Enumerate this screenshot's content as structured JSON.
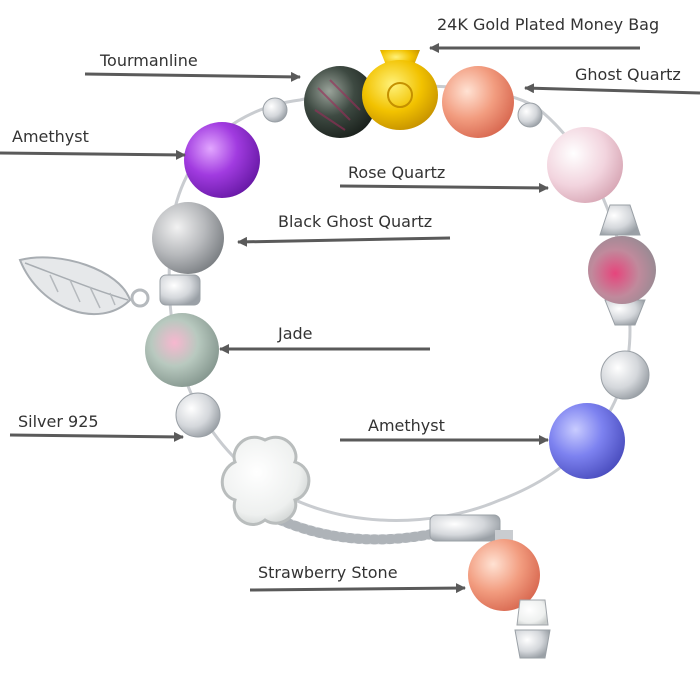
{
  "labels": {
    "money_bag": "24K Gold Plated Money Bag",
    "tourmaline": "Tourmanline",
    "ghost_quartz": "Ghost Quartz",
    "amethyst_top": "Amethyst",
    "rose_quartz": "Rose Quartz",
    "black_ghost_quartz": "Black Ghost Quartz",
    "jade": "Jade",
    "silver": "Silver 925",
    "amethyst_bottom": "Amethyst",
    "strawberry_stone": "Strawberry Stone"
  },
  "colors": {
    "label_text": "#333333",
    "arrow": "#5a5a5a",
    "amethyst": "#9b30d9",
    "lavender_amethyst": "#7b7ef0",
    "gold": "#f2c200",
    "rose_quartz": "#f3d6df",
    "strawberry": "#f2a080",
    "silver": "#cfd3d8"
  }
}
